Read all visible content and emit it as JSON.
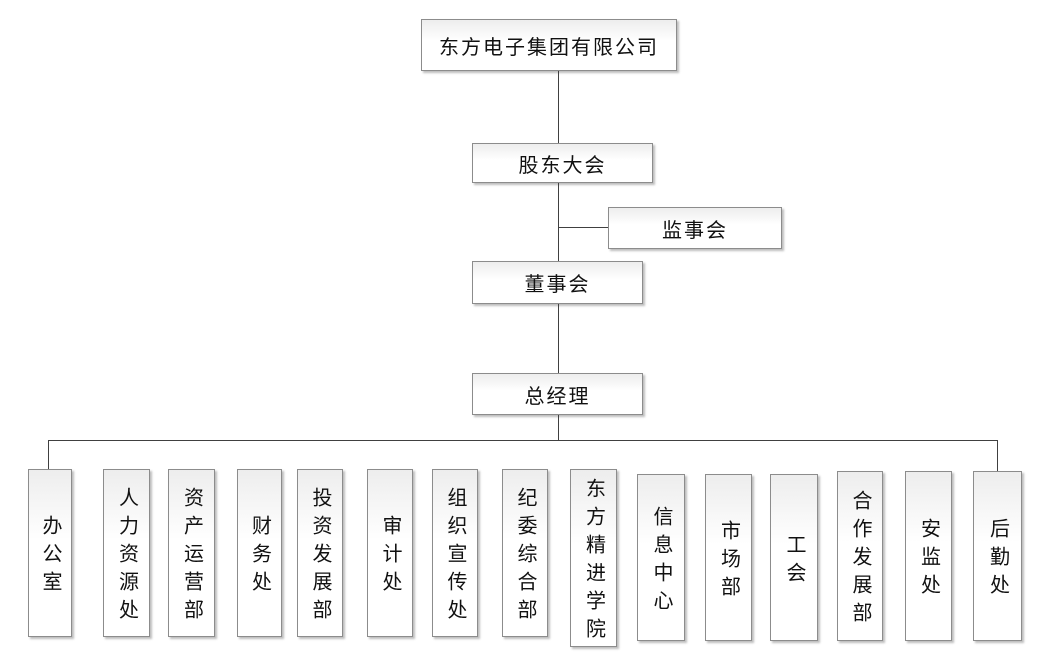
{
  "org_chart": {
    "type": "organization-chart",
    "root": "东方电子集团有限公司",
    "nodes": {
      "shareholders_meeting": "股东大会",
      "supervisory_board": "监事会",
      "board_of_directors": "董事会",
      "general_manager": "总经理"
    },
    "departments": [
      "办公室",
      "人力资源处",
      "资产运营部",
      "财务处",
      "投资发展部",
      "审计处",
      "组织宣传处",
      "纪委综合部",
      "东方精进学院",
      "信息中心",
      "市场部",
      "工会",
      "合作发展部",
      "安监处",
      "后勤处"
    ],
    "hierarchy_edges": [
      [
        "东方电子集团有限公司",
        "股东大会"
      ],
      [
        "股东大会",
        "监事会"
      ],
      [
        "股东大会",
        "董事会"
      ],
      [
        "董事会",
        "总经理"
      ],
      [
        "总经理",
        "办公室"
      ],
      [
        "总经理",
        "人力资源处"
      ],
      [
        "总经理",
        "资产运营部"
      ],
      [
        "总经理",
        "财务处"
      ],
      [
        "总经理",
        "投资发展部"
      ],
      [
        "总经理",
        "审计处"
      ],
      [
        "总经理",
        "组织宣传处"
      ],
      [
        "总经理",
        "纪委综合部"
      ],
      [
        "总经理",
        "东方精进学院"
      ],
      [
        "总经理",
        "信息中心"
      ],
      [
        "总经理",
        "市场部"
      ],
      [
        "总经理",
        "工会"
      ],
      [
        "总经理",
        "合作发展部"
      ],
      [
        "总经理",
        "安监处"
      ],
      [
        "总经理",
        "后勤处"
      ]
    ]
  },
  "colors": {
    "line": "#404040",
    "box_border": "#8c8c8c",
    "box_shadow": "#bdbdbd",
    "box_fill_top": "#ededed",
    "box_fill_bottom": "#ffffff",
    "text": "#111111",
    "background": "#ffffff"
  }
}
